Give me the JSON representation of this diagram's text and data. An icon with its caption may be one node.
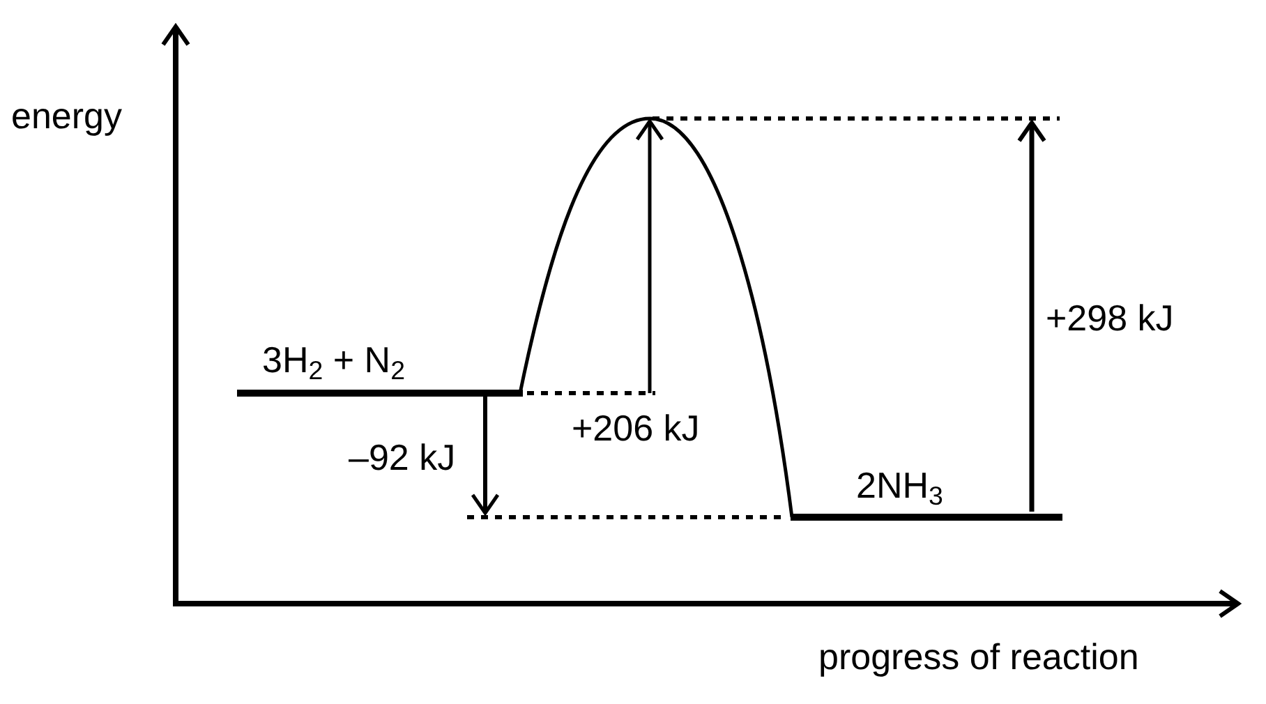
{
  "diagram": {
    "labels": [
      "energy",
      "+298 kJ",
      "3H$_{2}$ + N$_{2}$",
      "+206 kJ",
      "–92 kJ",
      "2NH$_{3}$",
      "progress of reaction"
    ]
  }
}
